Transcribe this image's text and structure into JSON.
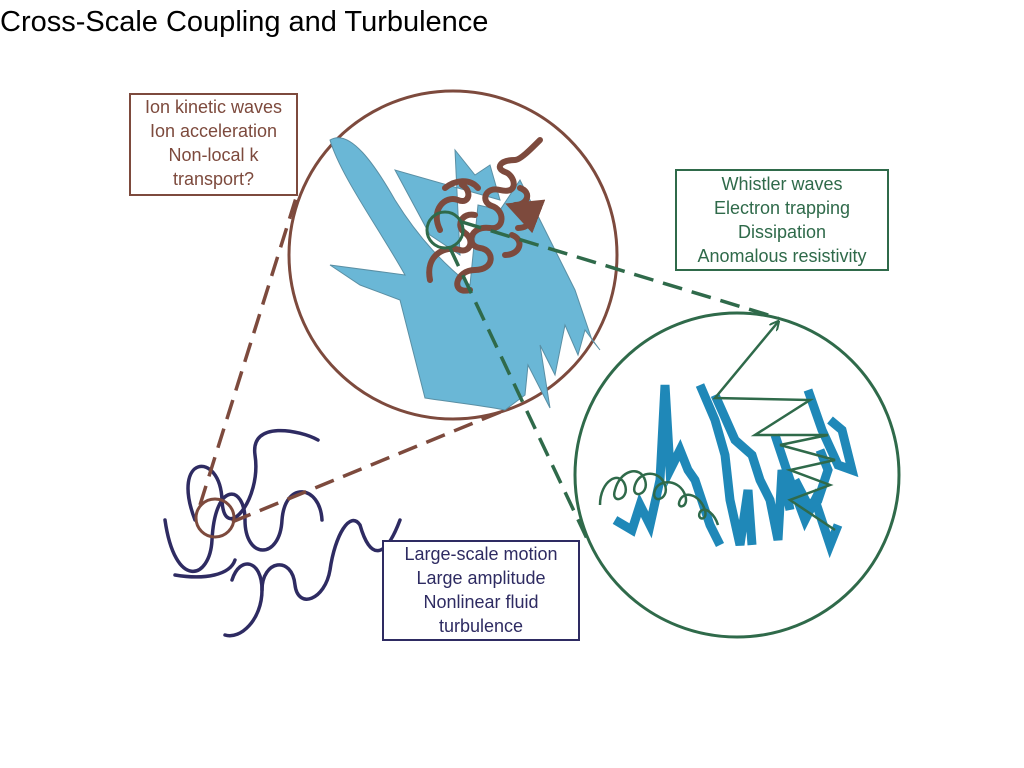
{
  "title": "Cross-Scale Coupling and Turbulence",
  "ion_box": {
    "lines": [
      "Ion kinetic waves",
      "Ion acceleration",
      "Non-local k",
      "transport?"
    ]
  },
  "whistler_box": {
    "lines": [
      "Whistler waves",
      "Electron trapping",
      "Dissipation",
      "Anomalous resistivity"
    ]
  },
  "large_scale_box": {
    "lines": [
      "Large-scale motion",
      "Large amplitude",
      "Nonlinear fluid",
      "turbulence"
    ]
  },
  "colors": {
    "ion": "#7d4a3d",
    "electron": "#2f6a4a",
    "fluid": "#2e2b62",
    "ion_fill": "#6ab7d6",
    "electron_fill": "#1f88b8"
  }
}
